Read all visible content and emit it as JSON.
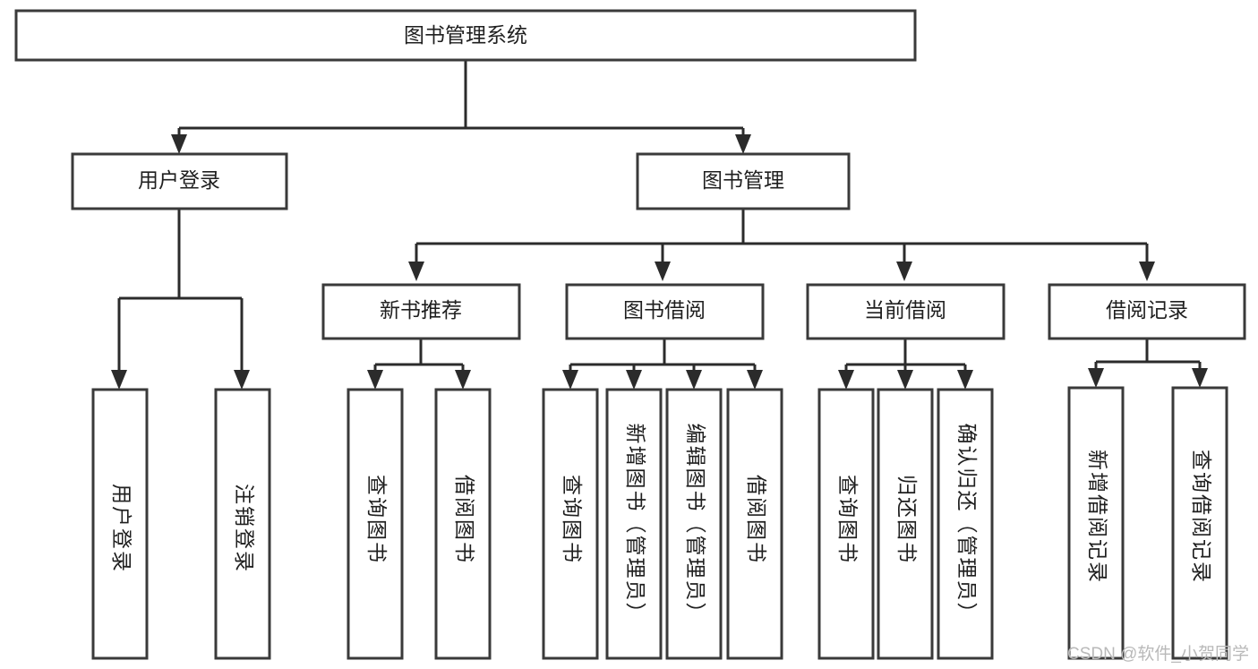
{
  "diagram": {
    "type": "hierarchy-tree",
    "title": "图书管理系统",
    "watermark": "CSDN @软件_小贺同学",
    "colors": {
      "background": "#ffffff",
      "box_fill": "#ffffff",
      "box_stroke": "#3a3a3a",
      "connector": "#2b2b2b",
      "text": "#1f1f1f",
      "watermark": "#b9b9b9"
    },
    "levels": {
      "level0": [
        {
          "id": "root",
          "label": "图书管理系统",
          "orientation": "horizontal"
        }
      ],
      "level1": [
        {
          "id": "user-login",
          "label": "用户登录",
          "orientation": "horizontal"
        },
        {
          "id": "book-manage",
          "label": "图书管理",
          "orientation": "horizontal"
        }
      ],
      "level2": [
        {
          "id": "new-book-rec",
          "label": "新书推荐",
          "orientation": "horizontal",
          "parent": "book-manage"
        },
        {
          "id": "book-borrow",
          "label": "图书借阅",
          "orientation": "horizontal",
          "parent": "book-manage"
        },
        {
          "id": "current-borrow",
          "label": "当前借阅",
          "orientation": "horizontal",
          "parent": "book-manage"
        },
        {
          "id": "borrow-record",
          "label": "借阅记录",
          "orientation": "horizontal",
          "parent": "book-manage"
        }
      ],
      "level3": [
        {
          "id": "leaf-user-login",
          "label": "用户登录",
          "orientation": "vertical",
          "parent": "user-login"
        },
        {
          "id": "leaf-user-logout",
          "label": "注销登录",
          "orientation": "vertical",
          "parent": "user-login"
        },
        {
          "id": "leaf-query-book-1",
          "label": "查询图书",
          "orientation": "vertical",
          "parent": "new-book-rec"
        },
        {
          "id": "leaf-borrow-book-1",
          "label": "借阅图书",
          "orientation": "vertical",
          "parent": "new-book-rec"
        },
        {
          "id": "leaf-query-book-2",
          "label": "查询图书",
          "orientation": "vertical",
          "parent": "book-borrow"
        },
        {
          "id": "leaf-add-book",
          "label": "新增图书（管理员）",
          "orientation": "vertical",
          "parent": "book-borrow"
        },
        {
          "id": "leaf-edit-book",
          "label": "编辑图书（管理员）",
          "orientation": "vertical",
          "parent": "book-borrow"
        },
        {
          "id": "leaf-borrow-book-2",
          "label": "借阅图书",
          "orientation": "vertical",
          "parent": "book-borrow"
        },
        {
          "id": "leaf-query-book-3",
          "label": "查询图书",
          "orientation": "vertical",
          "parent": "current-borrow"
        },
        {
          "id": "leaf-return-book",
          "label": "归还图书",
          "orientation": "vertical",
          "parent": "current-borrow"
        },
        {
          "id": "leaf-confirm-return",
          "label": "确认归还（管理员）",
          "orientation": "vertical",
          "parent": "current-borrow"
        },
        {
          "id": "leaf-add-record",
          "label": "新增借阅记录",
          "orientation": "vertical",
          "parent": "borrow-record"
        },
        {
          "id": "leaf-query-record",
          "label": "查询借阅记录",
          "orientation": "vertical",
          "parent": "borrow-record"
        }
      ]
    }
  }
}
